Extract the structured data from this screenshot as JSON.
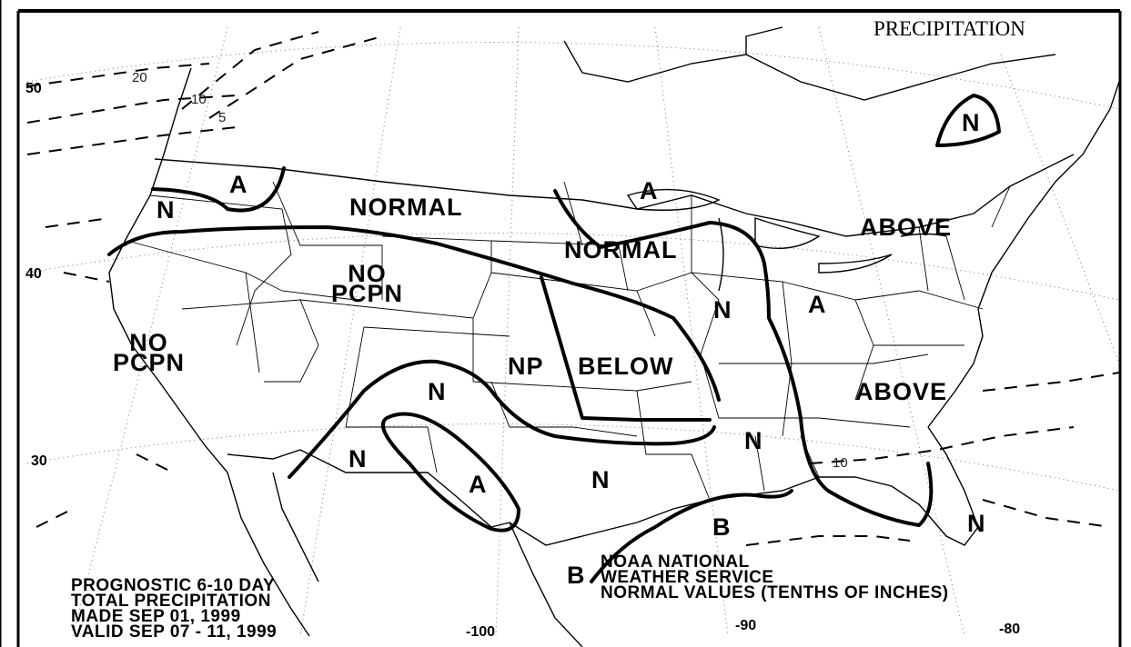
{
  "map": {
    "title": "PRECIPITATION",
    "regions": {
      "a_northwest": "A",
      "n_northwest": "N",
      "normal_north": "NORMAL",
      "a_great_lakes": "A",
      "normal_midwest": "NORMAL",
      "above_northeast": "ABOVE",
      "n_maine": "N",
      "no_pcpn_wyoming": "NO\nPCPN",
      "no_pcpn_california": "NO\nPCPN",
      "n_illinois": "N",
      "a_ohio": "A",
      "np_kansas": "NP",
      "below_missouri": "BELOW",
      "above_southeast": "ABOVE",
      "n_newmexico": "N",
      "n_arizona": "N",
      "a_texas_west": "A",
      "n_texas": "N",
      "n_mississippi": "N",
      "b_gulf": "B",
      "n_florida": "N",
      "b_mexico": "B"
    },
    "isolines": [
      "20",
      "10",
      "5",
      "10"
    ],
    "lat_labels": [
      "50",
      "40",
      "30"
    ],
    "lon_labels": [
      "-100",
      "-90",
      "-80"
    ]
  },
  "caption_left": {
    "line1": "PROGNOSTIC 6-10 DAY",
    "line2": "TOTAL PRECIPITATION",
    "line3": "MADE  SEP 01, 1999",
    "line4": "VALID  SEP 07 - 11, 1999"
  },
  "caption_right": {
    "line1": "NOAA NATIONAL",
    "line2": "WEATHER SERVICE",
    "line3": "NORMAL VALUES (TENTHS OF INCHES)"
  }
}
